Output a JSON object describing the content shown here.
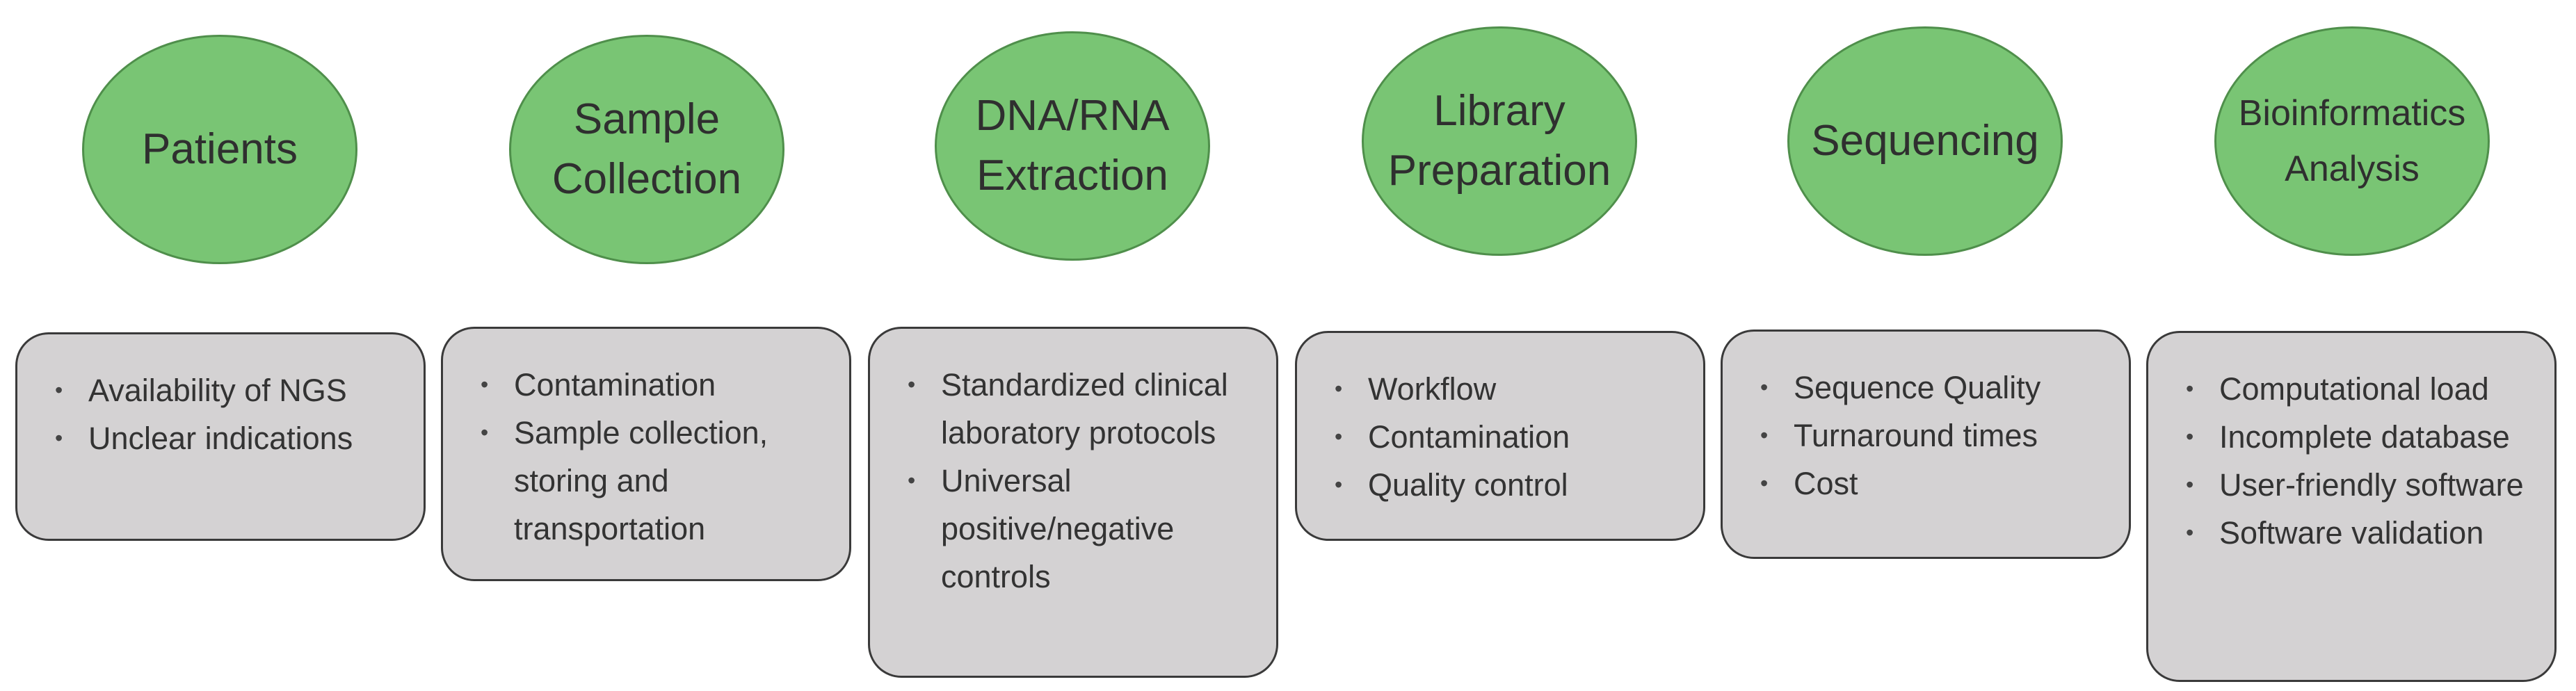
{
  "stages": [
    {
      "title_lines": [
        "Patients"
      ],
      "challenges": [
        "Availability of NGS",
        "Unclear indications"
      ]
    },
    {
      "title_lines": [
        "Sample",
        "Collection"
      ],
      "challenges": [
        "Contamination",
        "Sample collection, storing and transportation"
      ]
    },
    {
      "title_lines": [
        "DNA/RNA",
        "Extraction"
      ],
      "challenges": [
        "Standardized clinical laboratory protocols",
        "Universal positive/negative controls"
      ]
    },
    {
      "title_lines": [
        "Library",
        "Preparation"
      ],
      "challenges": [
        "Workflow",
        "Contamination",
        "Quality control"
      ]
    },
    {
      "title_lines": [
        "Sequencing"
      ],
      "challenges": [
        "Sequence Quality",
        "Turnaround times",
        "Cost"
      ]
    },
    {
      "title_lines": [
        "Bioinformatics",
        "Analysis"
      ],
      "challenges": [
        "Computational load",
        "Incomplete database",
        "User-friendly software",
        "Software validation"
      ]
    }
  ],
  "colors": {
    "ellipse_fill": "#79c574",
    "ellipse_stroke": "#4f8f4b",
    "card_fill": "#d4d2d3",
    "card_stroke": "#3a3a3a"
  }
}
